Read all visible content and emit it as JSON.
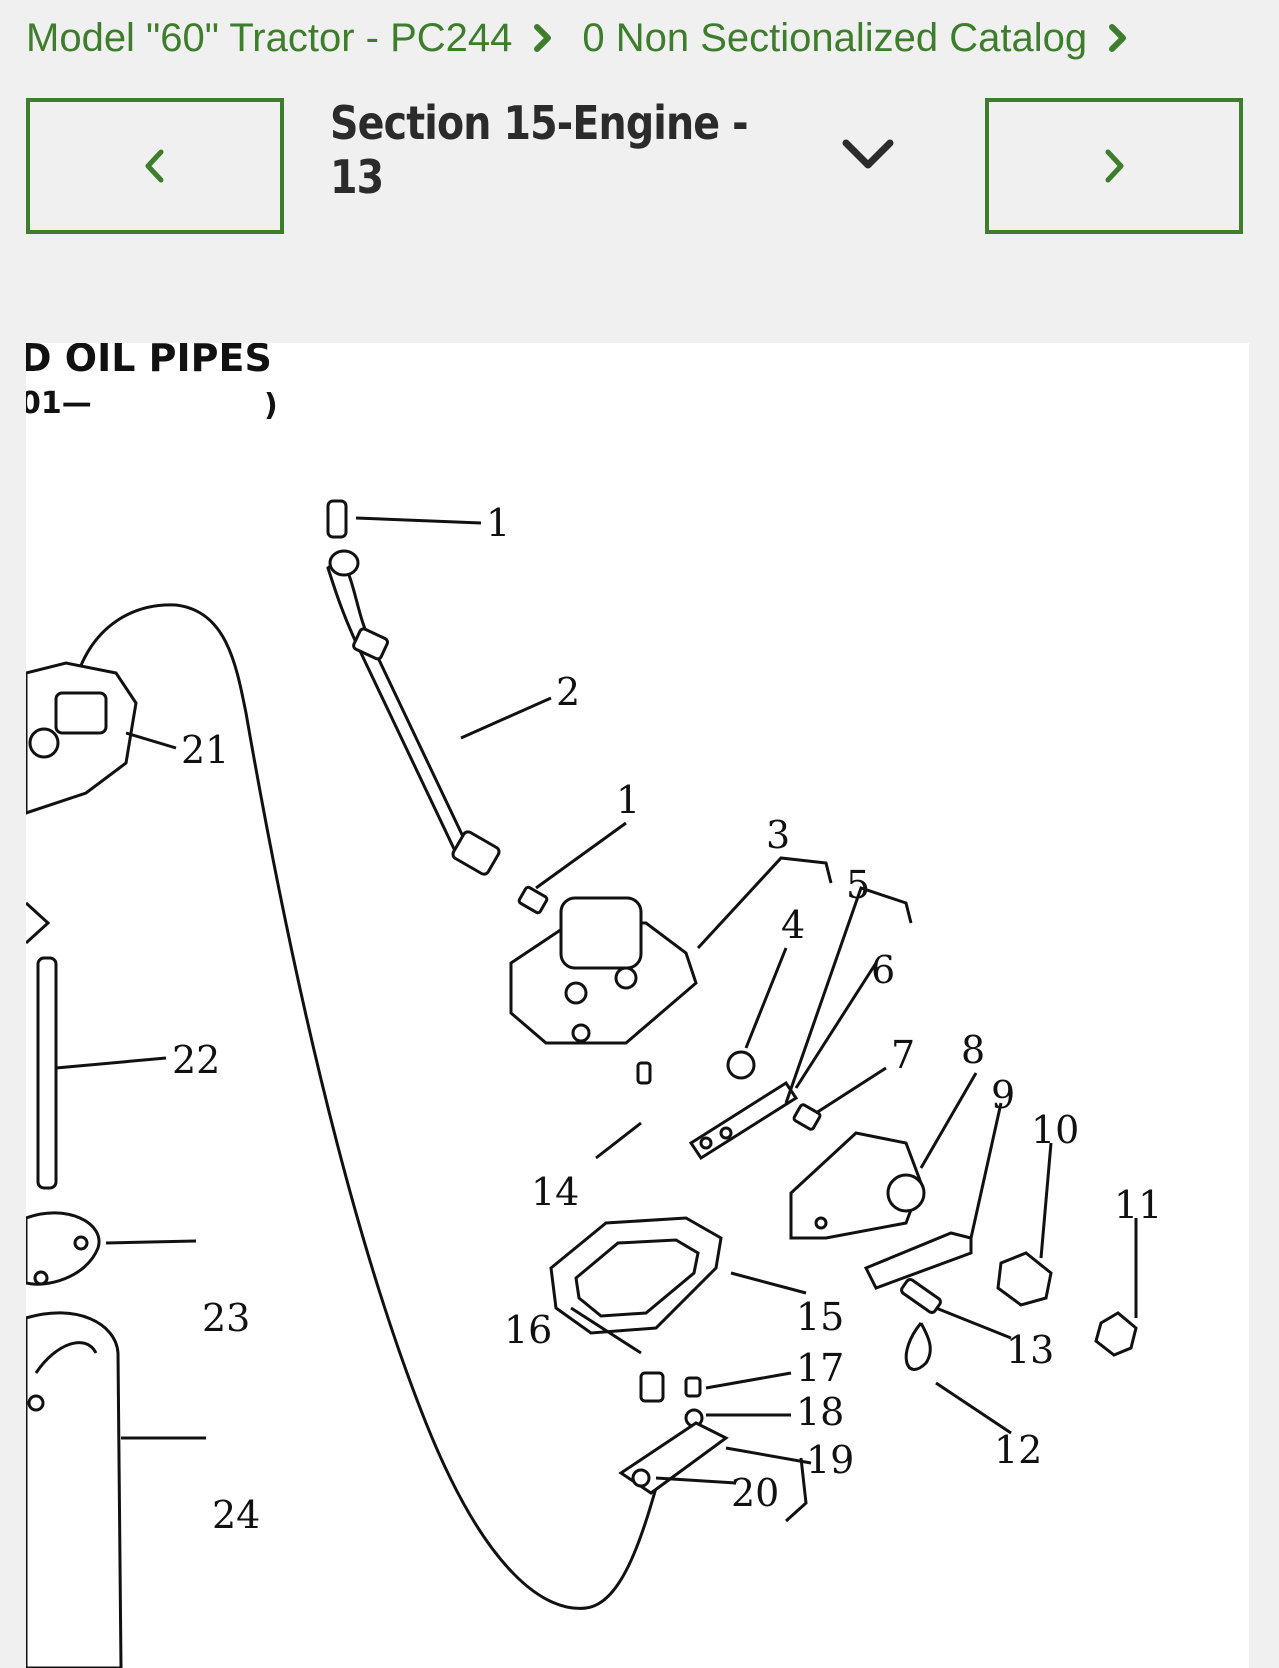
{
  "breadcrumb": [
    {
      "label": "Model \"60\" Tractor - PC244"
    },
    {
      "label": "0 Non Sectionalized Catalog"
    }
  ],
  "nav": {
    "prev_icon": "chevron-left-icon",
    "next_icon": "chevron-right-icon"
  },
  "section": {
    "title": "Section 15-Engine - 13",
    "dropdown_icon": "chevron-down-icon"
  },
  "diagram": {
    "header_line1": "D OIL PIPES",
    "header_line2": "01—",
    "header_paren": ")",
    "callouts": [
      "1",
      "2",
      "21",
      "1",
      "3",
      "4",
      "5",
      "6",
      "7",
      "8",
      "9",
      "10",
      "11",
      "22",
      "14",
      "15",
      "16",
      "17",
      "18",
      "19",
      "20",
      "13",
      "12",
      "23",
      "24"
    ]
  },
  "colors": {
    "accent": "#3d7d2c",
    "background": "#f0f0f0",
    "title": "#2b2b2b"
  }
}
